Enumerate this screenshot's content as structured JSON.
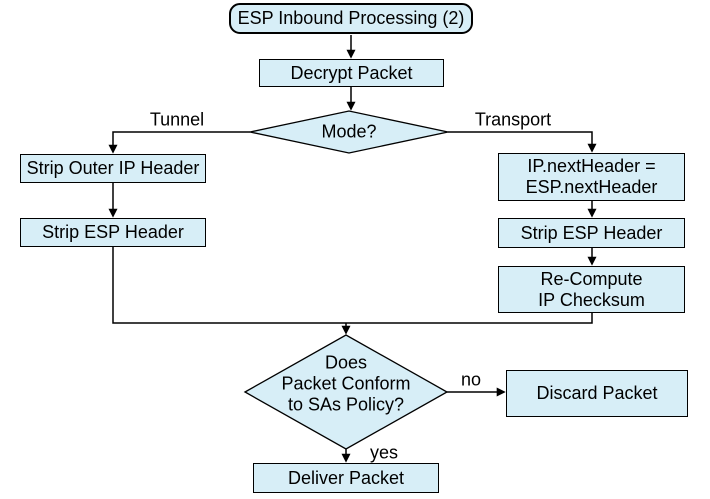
{
  "diagram": {
    "colors": {
      "node_fill": "#d7eef7",
      "node_border": "#000000",
      "connector": "#000000",
      "background": "#ffffff",
      "text": "#000000"
    },
    "nodes": {
      "start": "ESP Inbound Processing (2)",
      "decrypt": "Decrypt Packet",
      "mode": "Mode?",
      "strip_outer_ip": "Strip Outer IP Header",
      "strip_esp_tunnel": "Strip ESP Header",
      "ip_next_header": "IP.nextHeader =\nESP.nextHeader",
      "strip_esp_transport": "Strip ESP Header",
      "recompute_checksum": "Re-Compute\nIP Checksum",
      "policy_check": "Does\nPacket Conform\nto SAs Policy?",
      "discard": "Discard Packet",
      "deliver": "Deliver Packet"
    },
    "edge_labels": {
      "tunnel": "Tunnel",
      "transport": "Transport",
      "no": "no",
      "yes": "yes"
    }
  }
}
